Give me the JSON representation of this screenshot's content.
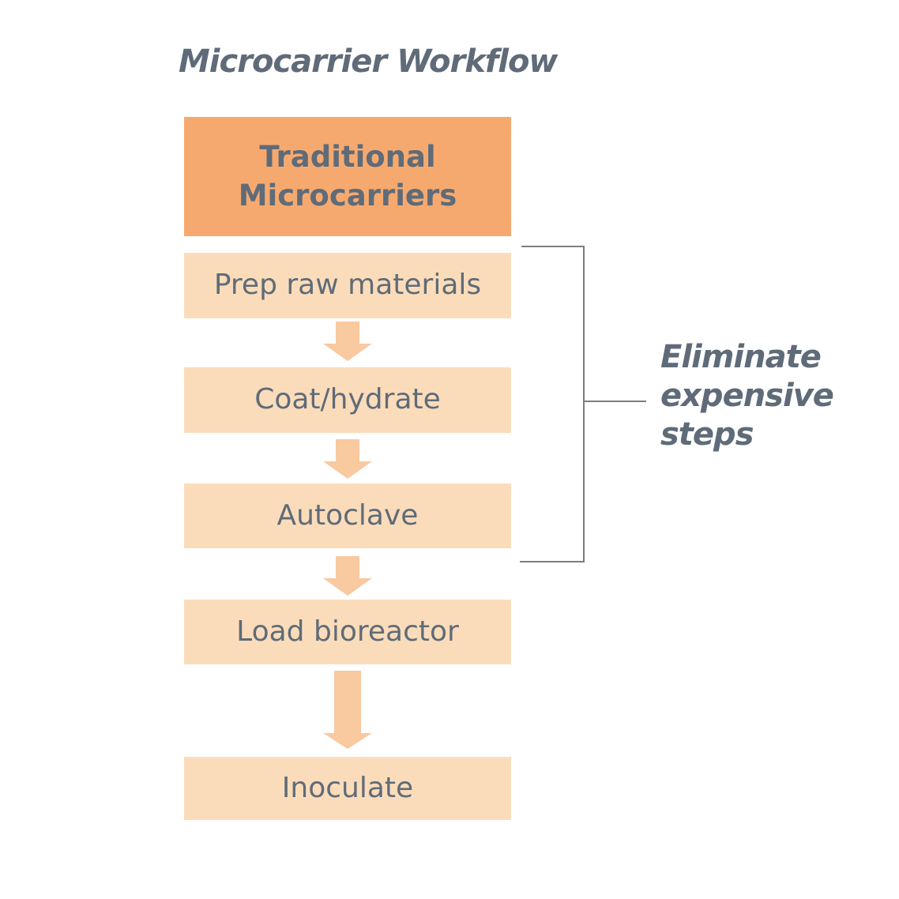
{
  "title": "Microcarrier Workflow",
  "flow": {
    "source_box": "Traditional Microcarriers",
    "steps": [
      "Prep raw materials",
      "Coat/hydrate",
      "Autoclave",
      "Load bioreactor",
      "Inoculate"
    ]
  },
  "annotation": "Eliminate expensive steps",
  "icons": {
    "connector": "down-arrow-icon"
  },
  "colors": {
    "source_box_bg": "#F6A96F",
    "step_box_bg": "#FBDCBA",
    "arrow_fill": "#F9C9A0",
    "text_gray": "#5F6B78",
    "bracket_line": "#7D7D7D"
  }
}
